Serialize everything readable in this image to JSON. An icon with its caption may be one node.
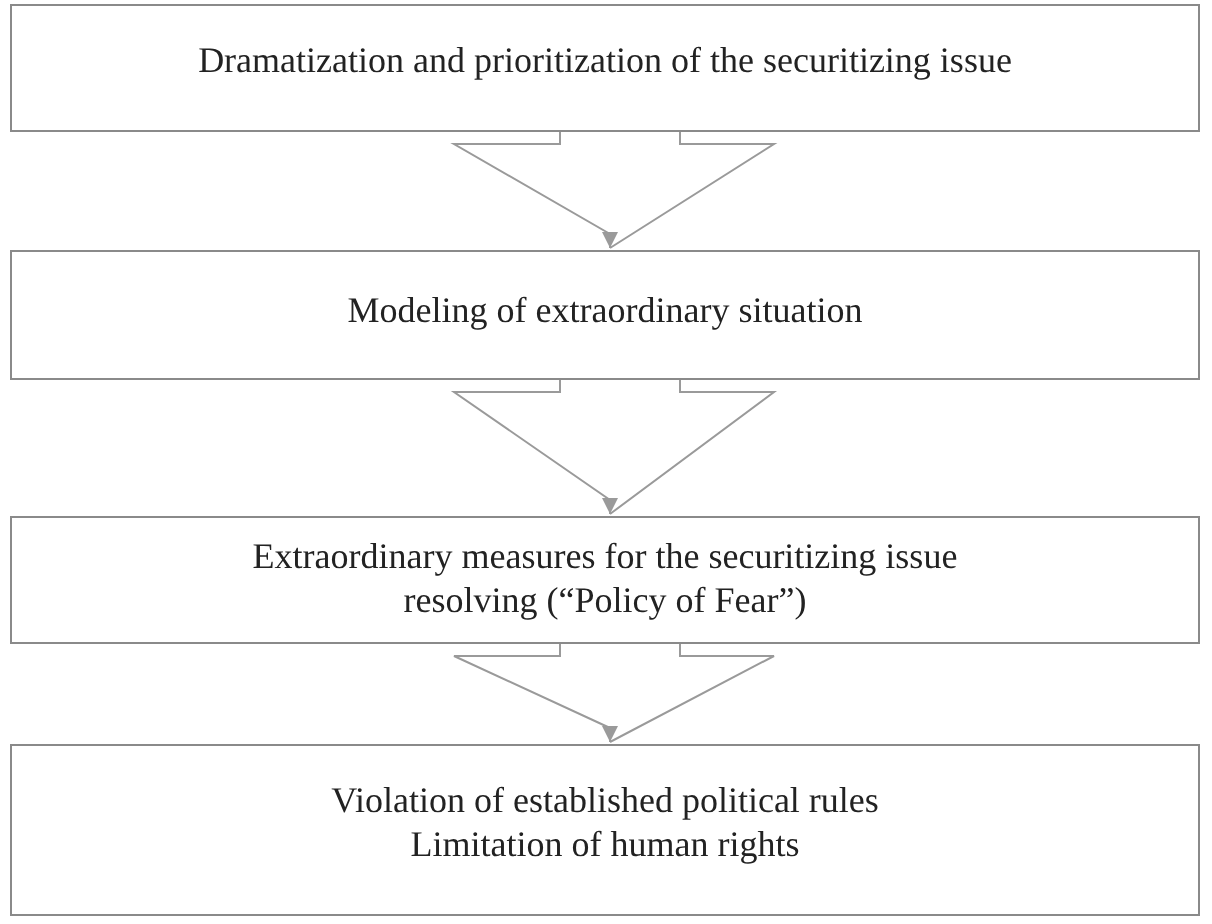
{
  "diagram": {
    "nodes": [
      {
        "text": [
          "Dramatization and prioritization of the securitizing issue"
        ]
      },
      {
        "text": [
          "Modeling of extraordinary situation"
        ]
      },
      {
        "text": [
          "Extraordinary measures for the securitizing issue resolving (“Policy of Fear”)"
        ]
      },
      {
        "text": [
          "Violation of established political rules",
          "Limitation of human rights"
        ]
      }
    ],
    "edges": [
      {
        "from": 0,
        "to": 1,
        "arrow": "to"
      },
      {
        "from": 1,
        "to": 2,
        "arrow": "to"
      },
      {
        "from": 2,
        "to": 3,
        "arrow": "to"
      }
    ]
  }
}
